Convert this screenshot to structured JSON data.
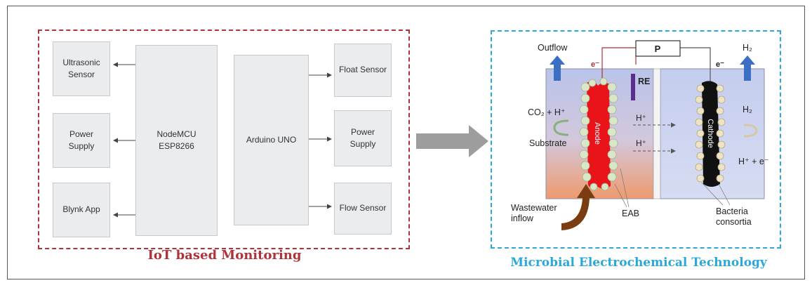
{
  "iot": {
    "caption": "IoT based Monitoring",
    "left_blocks": {
      "ultrasonic": [
        "Ultrasonic",
        "Sensor"
      ],
      "power": [
        "Power",
        "Supply"
      ],
      "blynk": "Blynk App"
    },
    "nodemcu": [
      "NodeMCU",
      "ESP8266"
    ],
    "arduino": "Arduino UNO",
    "right_blocks": {
      "float": "Float Sensor",
      "power": [
        "Power",
        "Supply"
      ],
      "flow": "Flow Sensor"
    }
  },
  "met": {
    "caption": "Microbial Electrochemical Technology",
    "outflow": "Outflow",
    "e_left": "e⁻",
    "e_right": "e⁻",
    "potentiostat": "P",
    "h2_top": "H₂",
    "re": "RE",
    "co2": "CO₂ + H⁺",
    "substrate": "Substrate",
    "anode": "Anode",
    "cathode": "Cathode",
    "h_plus_1": "H⁺",
    "h_plus_2": "H⁺",
    "h2_right": "H₂",
    "h_e": "H⁺ + e⁻",
    "wastewater": [
      "Wastewater",
      "inflow"
    ],
    "eab": "EAB",
    "bacteria": [
      "Bacteria",
      "consortia"
    ]
  },
  "colors": {
    "iot_border": "#b0323a",
    "met_border": "#2aa8d8",
    "anode": "#e8141a",
    "cathode": "#111111",
    "arrow_blue": "#3b6fc4",
    "inflow_arrow": "#7a3d12"
  }
}
